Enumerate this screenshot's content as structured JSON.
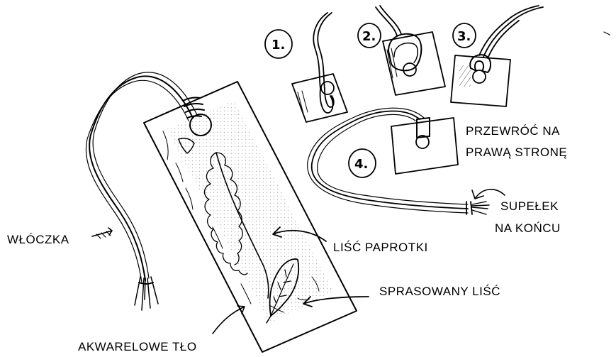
{
  "labels": {
    "yarn": "WŁÓCZKA",
    "fern_leaf": "LIŚĆ PAPROTKI",
    "pressed_leaf": "SPRASOWANY LIŚĆ",
    "watercolor_bg": "AKWARELOWE TŁO",
    "turn_over_line1": "PRZEWRÓĆ NA",
    "turn_over_line2": "PRAWĄ STRONĘ",
    "knot_line1": "SUPEŁEK",
    "knot_line2": "NA KOŃCU"
  },
  "steps": [
    "1.",
    "2.",
    "3.",
    "4."
  ],
  "icons": [
    "arrow-icon",
    "yarn-loop-icon",
    "fern-icon",
    "leaf-icon",
    "tassel-icon"
  ],
  "colors": {
    "ink": "#000000",
    "background": "#ffffff",
    "hatch": "#555555"
  }
}
